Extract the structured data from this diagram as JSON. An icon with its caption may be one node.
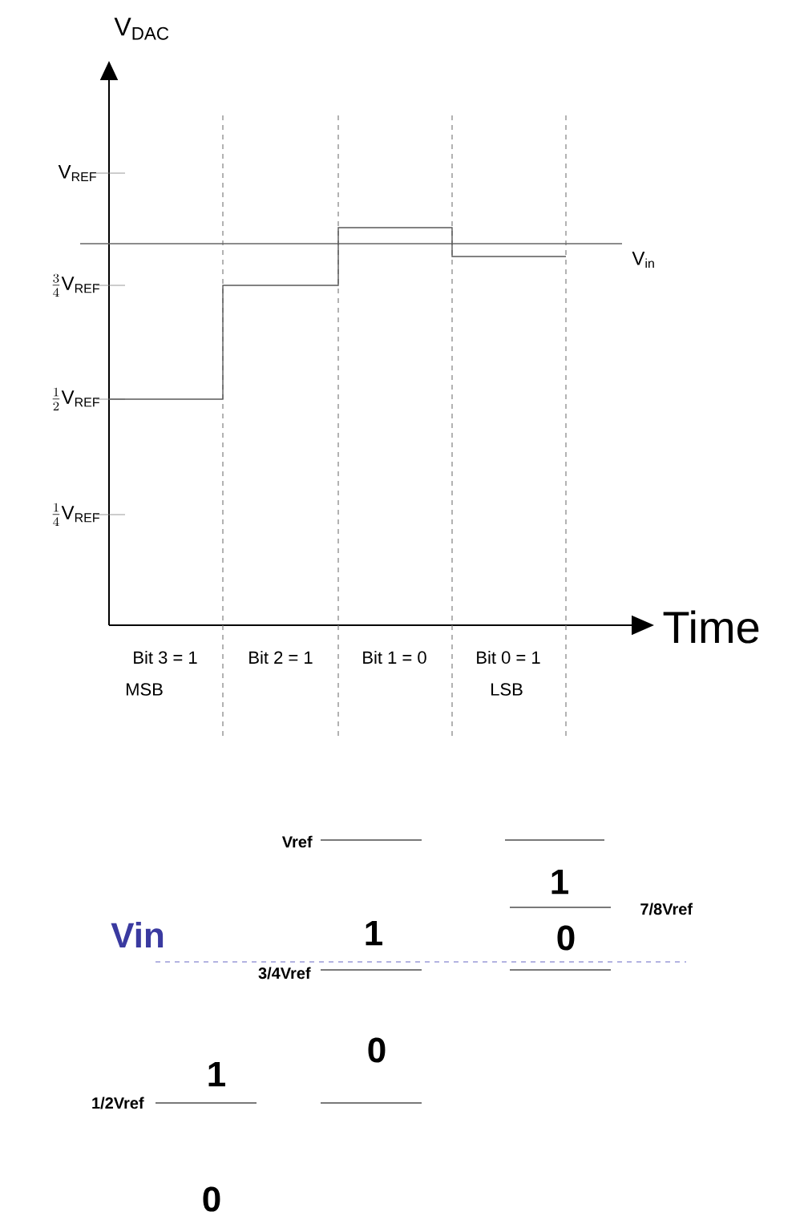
{
  "diagram": {
    "labels": [
      "V$_{DAC}$",
      "V$_{REF}$",
      "\\frac{3}{4}\\mathrm{V}_{\\mathrm{REF}}",
      "\\frac{1}{2}\\mathrm{V}_{\\mathrm{REF}}",
      "\\frac{1}{4}\\mathrm{V}_{\\mathrm{REF}}",
      "V$_{in}$",
      "Time",
      "Bit 3 = 1",
      "Bit 2 = 1",
      "Bit 1 = 0",
      "Bit 0 = 1",
      "MSB",
      "LSB",
      "Vref",
      "1",
      "7/8Vref",
      "Vin",
      "1",
      "0",
      "3/4Vref",
      "0",
      "1",
      "1/2Vref",
      "0"
    ]
  }
}
